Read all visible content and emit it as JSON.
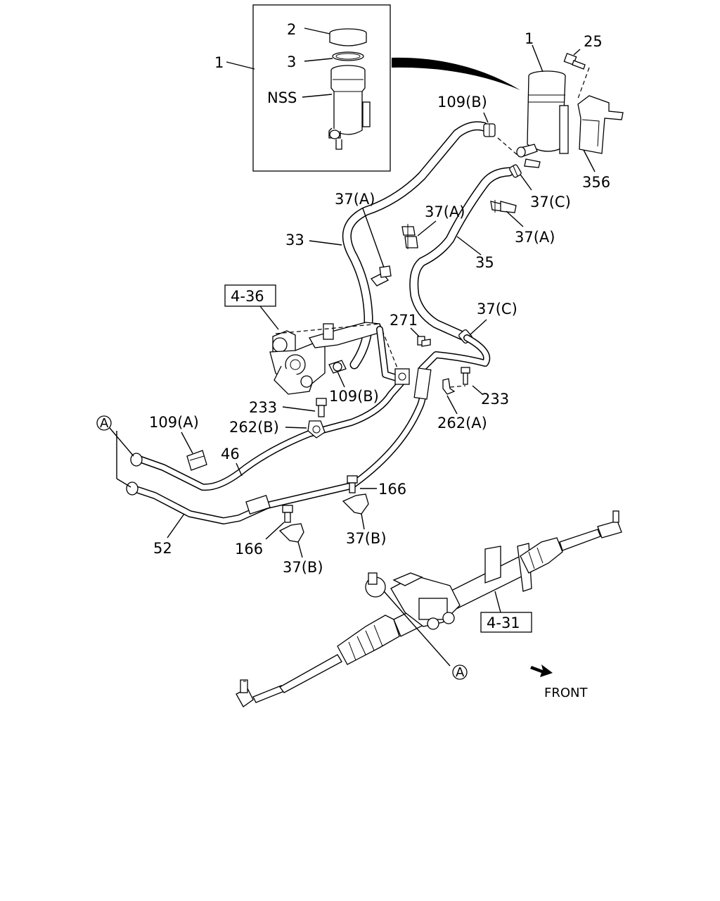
{
  "labels": {
    "inset_1": "1",
    "inset_2": "2",
    "inset_3": "3",
    "inset_nss": "NSS",
    "reservoir_1": "1",
    "bolt_25": "25",
    "bracket_356": "356",
    "clip_109b_top": "109(B)",
    "clamp_37c_top": "37(C)",
    "clamp_37a_right": "37(A)",
    "clamp_37a_mid": "37(A)",
    "clamp_37a_left": "37(A)",
    "hose_33": "33",
    "hose_35": "35",
    "clamp_37c_mid": "37(C)",
    "bolt_271": "271",
    "clip_109b_pump": "109(B)",
    "bolt_233_left": "233",
    "bolt_233_right": "233",
    "clip_262b": "262(B)",
    "clip_262a": "262(A)",
    "clip_109a": "109(A)",
    "pipe_46": "46",
    "pipe_52": "52",
    "bolt_166_right": "166",
    "bolt_166_left": "166",
    "clamp_37b_right": "37(B)",
    "clamp_37b_left": "37(B)",
    "ref_4_36": "4-36",
    "ref_4_31": "4-31",
    "callout_a_left": "A",
    "callout_a_bottom": "A",
    "front": "FRONT"
  }
}
